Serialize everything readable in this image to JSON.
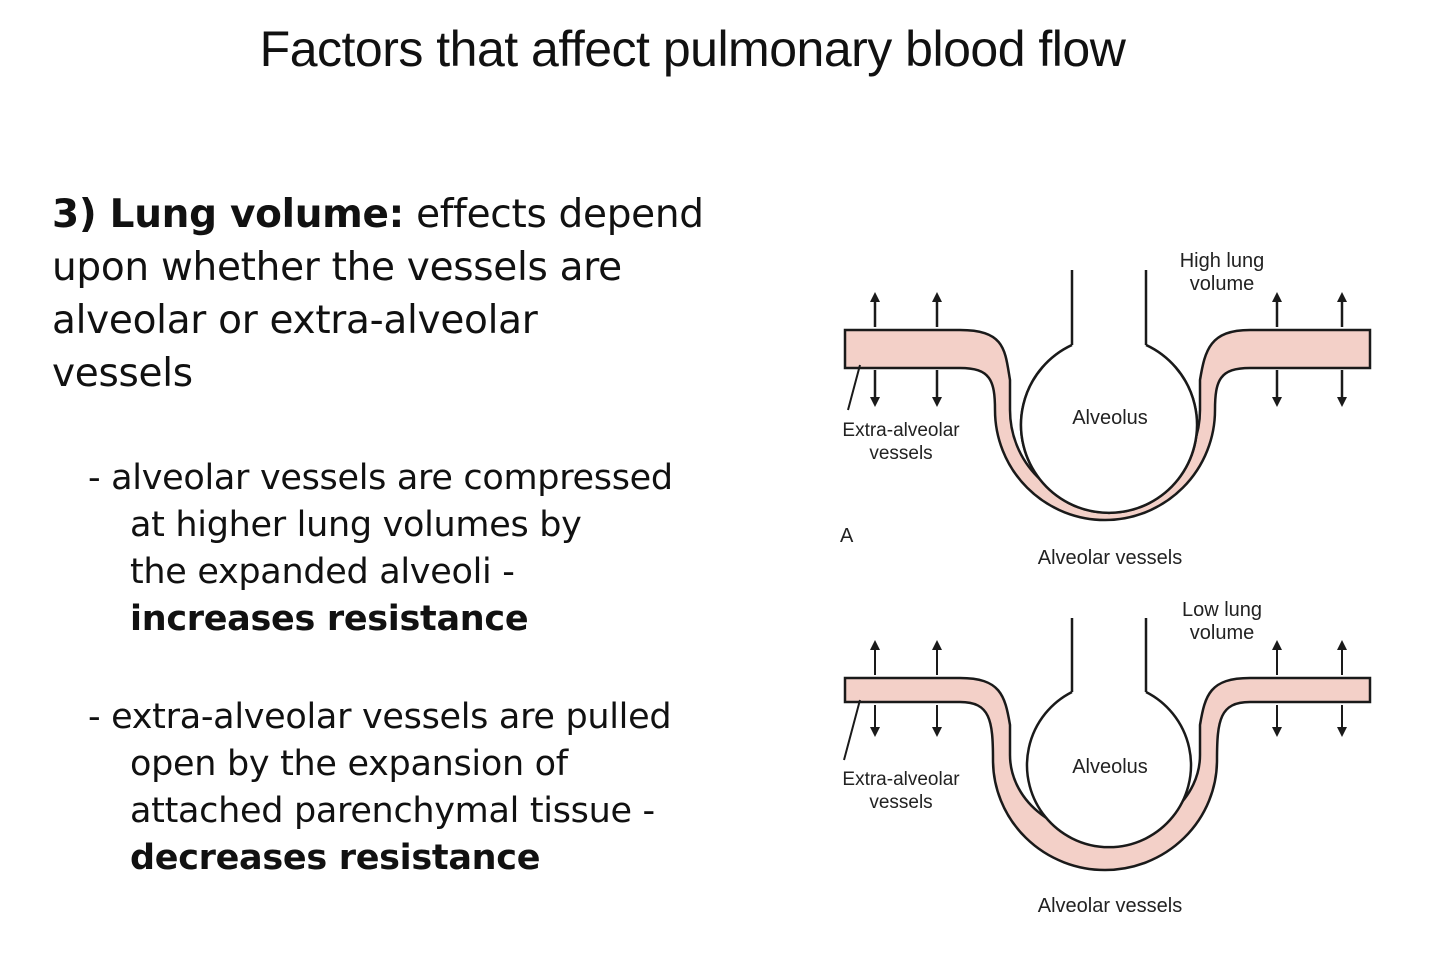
{
  "title": "Factors that affect pulmonary blood flow",
  "point": {
    "lead": "3) Lung volume:",
    "rest_line1": "effects depend",
    "lines": [
      "upon whether the vessels are",
      "alveolar or extra-alveolar",
      "vessels"
    ]
  },
  "bullets": [
    {
      "first_line": "- alveolar vessels are compressed",
      "lines": [
        "at higher lung volumes by",
        "the expanded alveoli -"
      ],
      "conclusion": "increases resistance"
    },
    {
      "first_line": "- extra-alveolar vessels are pulled",
      "lines": [
        "open by the expansion of",
        "attached parenchymal tissue -"
      ],
      "conclusion": "decreases   resistance"
    }
  ],
  "figure": {
    "colors": {
      "vessel_fill": "#f3d0c8",
      "stroke": "#1a1a1a"
    },
    "high": {
      "state_label_line1": "High lung",
      "state_label_line2": "volume",
      "alveolus_label": "Alveolus",
      "extra_label_line1": "Extra-alveolar",
      "extra_label_line2": "vessels",
      "alveolar_vessels_label": "Alveolar vessels",
      "panel_letter": "A"
    },
    "low": {
      "state_label_line1": "Low lung",
      "state_label_line2": "volume",
      "alveolus_label": "Alveolus",
      "extra_label_line1": "Extra-alveolar",
      "extra_label_line2": "vessels",
      "alveolar_vessels_label": "Alveolar vessels"
    }
  }
}
